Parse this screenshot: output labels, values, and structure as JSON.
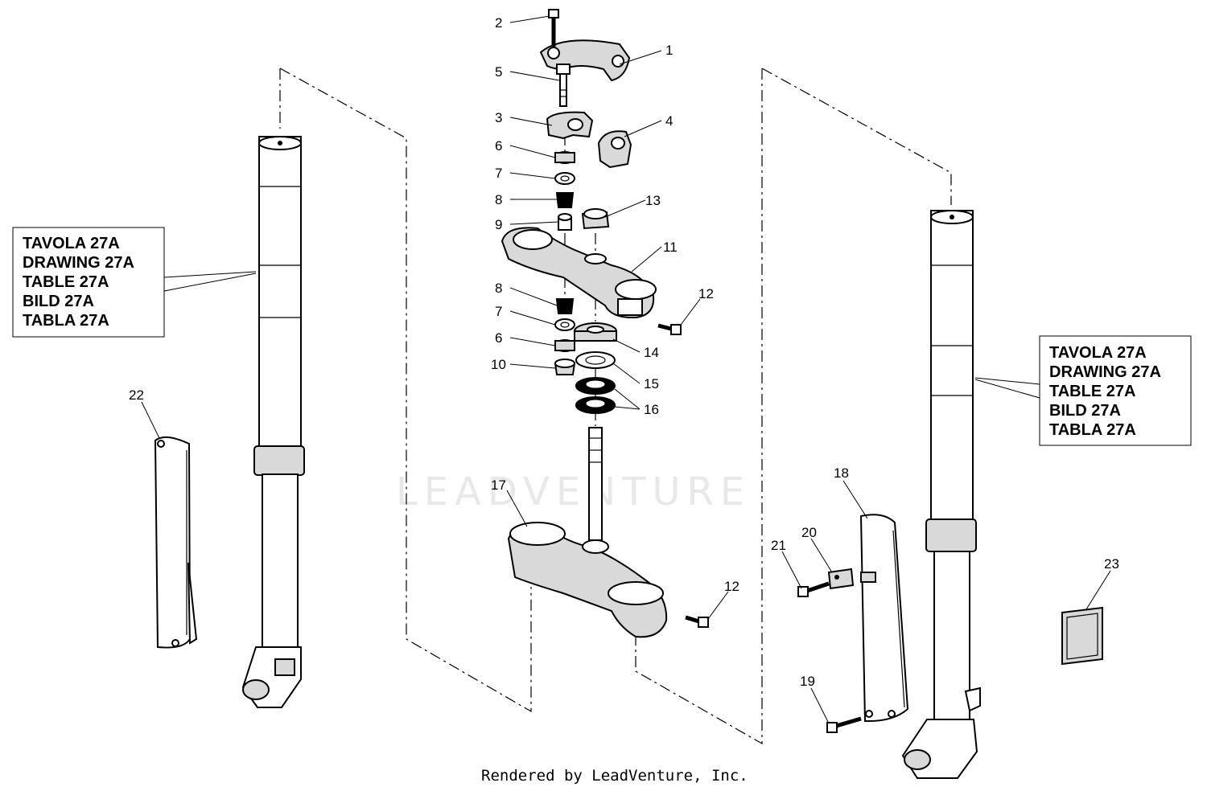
{
  "watermark": "LEADVENTURE",
  "footer": "Rendered by LeadVenture, Inc.",
  "reference_box_left": [
    "TAVOLA 27A",
    "DRAWING 27A",
    "TABLE 27A",
    "BILD 27A",
    "TABLA 27A"
  ],
  "reference_box_right": [
    "TAVOLA 27A",
    "DRAWING 27A",
    "TABLE 27A",
    "BILD 27A",
    "TABLA 27A"
  ],
  "callouts": {
    "c1": "1",
    "c2": "2",
    "c3": "3",
    "c4": "4",
    "c5": "5",
    "c6a": "6",
    "c7a": "7",
    "c8a": "8",
    "c9": "9",
    "c8b": "8",
    "c7b": "7",
    "c6b": "6",
    "c10": "10",
    "c11": "11",
    "c12a": "12",
    "c12b": "12",
    "c13": "13",
    "c14": "14",
    "c15": "15",
    "c16": "16",
    "c17": "17",
    "c18": "18",
    "c19": "19",
    "c20": "20",
    "c21": "21",
    "c22": "22",
    "c23": "23"
  }
}
